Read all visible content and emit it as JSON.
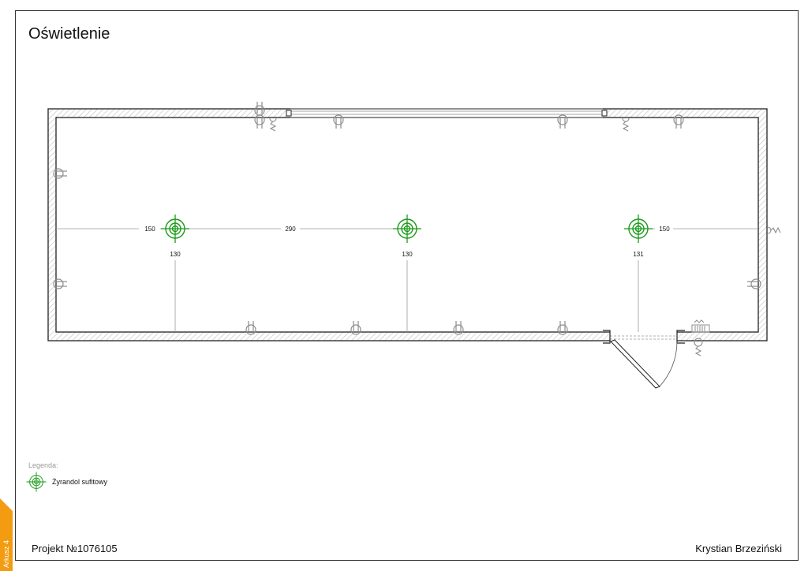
{
  "sheet": {
    "title": "Oświetlenie",
    "project": "Projekt №1076105",
    "author": "Krystian Brzeziński",
    "tab_label": "Arkusz 4",
    "tab_color": "#f39c12"
  },
  "legend": {
    "title": "Legenda:",
    "items": [
      {
        "icon": "chandelier-icon",
        "label": "Żyrandol sufitowy",
        "color": "#1a9a1a"
      }
    ]
  },
  "plan": {
    "dimensions": {
      "left_distance": "150",
      "between_distance": "290",
      "right_distance": "150",
      "lamp_depths": [
        "130",
        "130",
        "131"
      ]
    }
  },
  "colors": {
    "line": "#222222",
    "hatch": "#bdbdbd",
    "symbol": "#8c8c8c",
    "lamp": "#1a9a1a",
    "dimension": "#9a9a9a"
  }
}
